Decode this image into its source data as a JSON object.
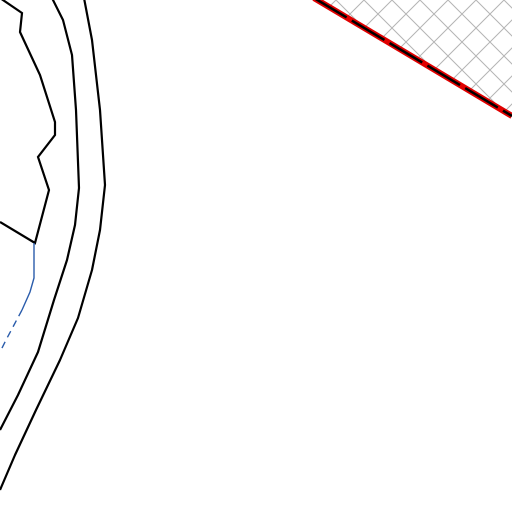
{
  "map": {
    "background_color": "#ffffff",
    "colors": {
      "road_edge": "#000000",
      "parcel_boundary": "#000000",
      "stream": "#2a5cab",
      "hatch": "#b4b4b4",
      "hatch_border": "#e00000",
      "hatch_border_dash": "#000000"
    },
    "features": [
      "road",
      "parcel-boundary",
      "stream",
      "hatched-area"
    ]
  }
}
